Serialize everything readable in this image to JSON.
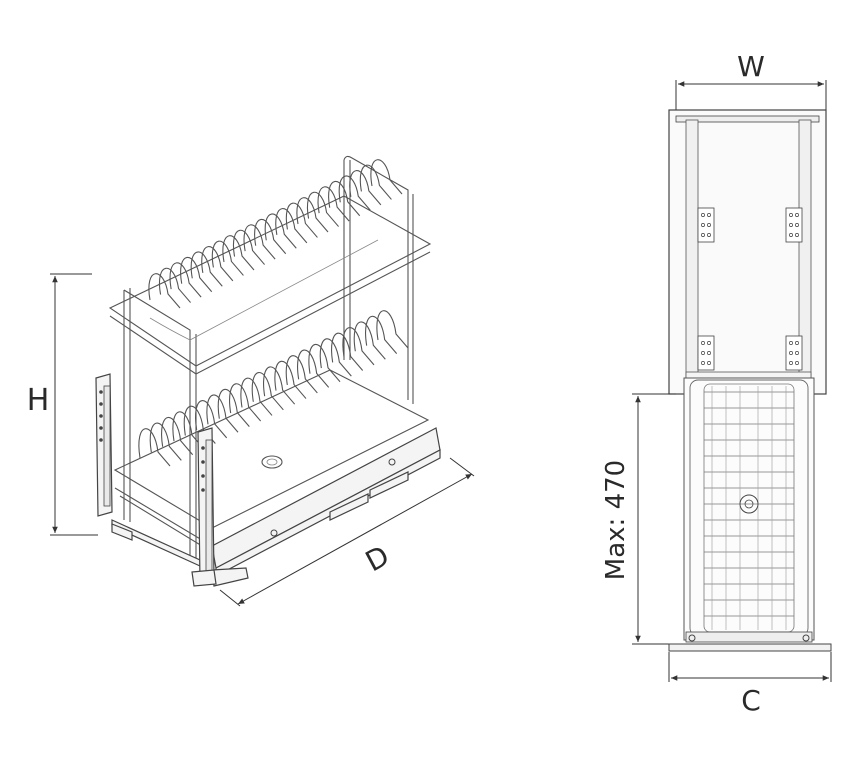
{
  "dimensions": {
    "height_label": "H",
    "depth_label": "D",
    "width_label": "W",
    "max_label": "Max: 470",
    "clearance_label": "C"
  },
  "colors": {
    "line": "#444444",
    "background": "#ffffff"
  }
}
